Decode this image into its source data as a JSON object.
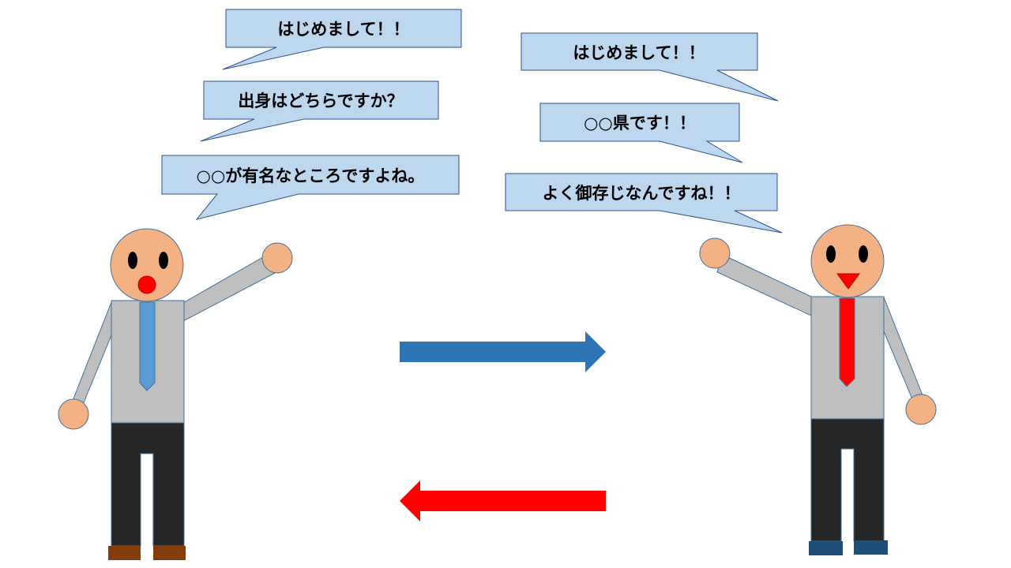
{
  "left_person": {
    "speech": [
      "はじめまして！！",
      "出身はどちらですか？",
      "○○が有名なところですよね。"
    ],
    "tie_color": "#5b9bd5",
    "mouth_color": "#ff0000",
    "shoe_color": "#843c0c"
  },
  "right_person": {
    "speech": [
      "はじめまして！！",
      "○○県です！！",
      "よく御存じなんですね！！"
    ],
    "tie_color": "#ff0000",
    "mouth_color": "#ff0000",
    "shoe_color": "#1f4e79"
  },
  "arrows": {
    "to_right_color": "#2e75b6",
    "to_left_color": "#ff0000"
  },
  "colors": {
    "bubble_fill": "#bdd7ee",
    "skin": "#f4b183",
    "shirt": "#bfbfbf",
    "pants": "#262626"
  }
}
